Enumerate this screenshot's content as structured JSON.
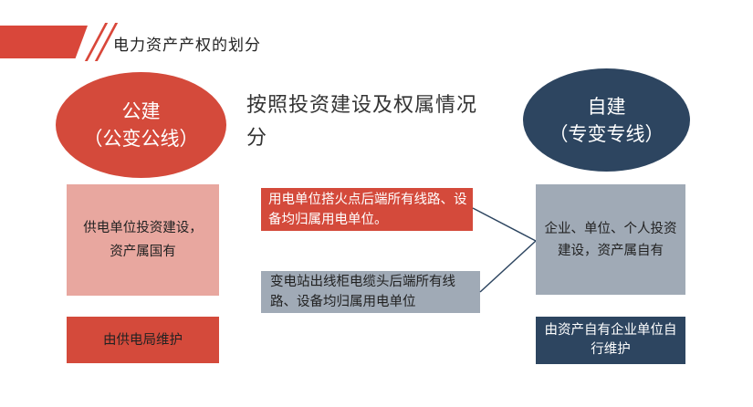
{
  "header": {
    "title": "电力资产产权的划分"
  },
  "public": {
    "title": "公建",
    "subtitle": "（公变公线）",
    "ownership": "供电单位投资建设，资产属国有",
    "maintenance": "由供电局维护"
  },
  "center": {
    "title": "按照投资建设及权属情况分",
    "rule_top": "用电单位搭火点后端所有线路、设备均归属用电单位。",
    "rule_bottom": "变电站出线柜电缆头后端所有线路、设备均归属用电单位"
  },
  "self": {
    "title": "自建",
    "subtitle": "（专变专线）",
    "ownership": "企业、单位、个人投资建设，资产属自有",
    "maintenance": "由资产自有企业单位自行维护"
  },
  "colors": {
    "red": "#d44a3b",
    "pink": "#e8a79f",
    "navy": "#2d4560",
    "gray": "#a0aab6"
  }
}
